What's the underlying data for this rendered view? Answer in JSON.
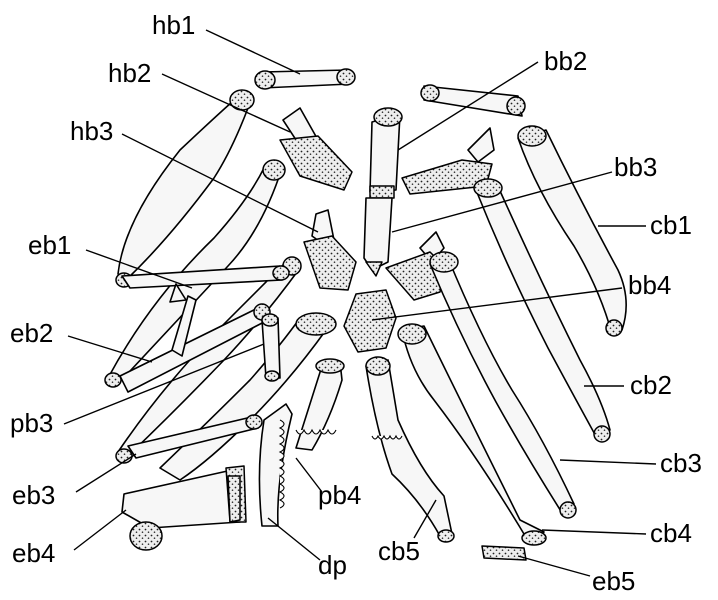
{
  "labels": {
    "hb1": "hb1",
    "hb2": "hb2",
    "hb3": "hb3",
    "bb2": "bb2",
    "bb3": "bb3",
    "bb4": "bb4",
    "cb1": "cb1",
    "cb2": "cb2",
    "cb3": "cb3",
    "cb4": "cb4",
    "cb5": "cb5",
    "eb1": "eb1",
    "eb2": "eb2",
    "eb3": "eb3",
    "eb4": "eb4",
    "eb5": "eb5",
    "pb3": "pb3",
    "pb4": "pb4",
    "dp": "dp"
  }
}
